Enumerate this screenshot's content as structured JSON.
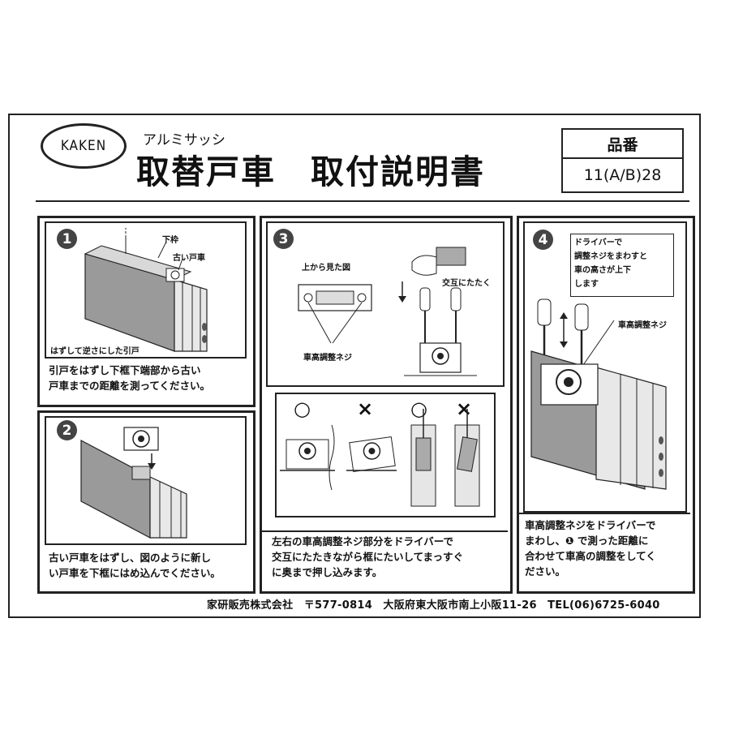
{
  "header": {
    "logo": "KAKEN",
    "subtitle": "アルミサッシ",
    "title": "取替戸車　取付説明書",
    "part_label": "品番",
    "part_number": "11(A/B)28"
  },
  "steps": [
    {
      "number": "1",
      "labels": [
        "下枠",
        "古い戸車",
        "はずして逆さにした引戸"
      ],
      "caption_lines": [
        "引戸をはずし下框下端部から古い",
        "戸車までの距離を測ってください。"
      ]
    },
    {
      "number": "2",
      "caption_lines": [
        "古い戸車をはずし、図のように新し",
        "い戸車を下框にはめ込んでください。"
      ]
    },
    {
      "number": "3",
      "labels": [
        "上から見た図",
        "交互にたたく",
        "車高調整ネジ"
      ],
      "marks": [
        "○",
        "×",
        "○",
        "×"
      ],
      "caption_lines": [
        "左右の車高調整ネジ部分をドライバーで",
        "交互にたたきながら框にたいしてまっすぐ",
        "に奥まで押し込みます。"
      ]
    },
    {
      "number": "4",
      "note_lines": [
        "ドライバーで",
        "調整ネジをまわすと",
        "車の高さが上下",
        "します"
      ],
      "labels": [
        "車高調整ネジ"
      ],
      "caption_lines": [
        "車高調整ネジをドライバーで",
        "まわし、❶ で測った距離に",
        "合わせて車高の調整をしてく",
        "ださい。"
      ]
    }
  ],
  "footer": {
    "text": "家研販売株式会社　〒577-0814　大阪府東大阪市南上小阪11-26　TEL(06)6725-6040"
  }
}
